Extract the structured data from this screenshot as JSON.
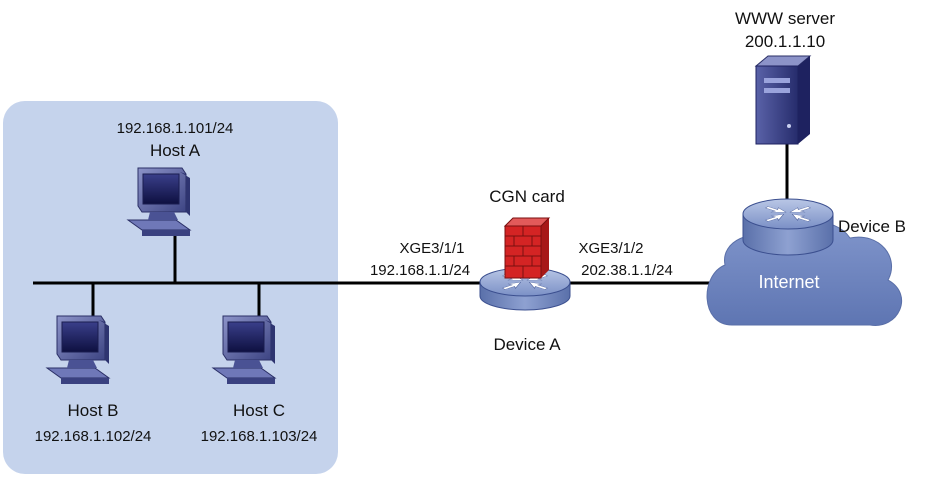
{
  "lan": {
    "fill": "#c5d3ec"
  },
  "hosts": [
    {
      "key": "a",
      "name": "Host A",
      "ip": "192.168.1.101/24"
    },
    {
      "key": "b",
      "name": "Host B",
      "ip": "192.168.1.102/24"
    },
    {
      "key": "c",
      "name": "Host C",
      "ip": "192.168.1.103/24"
    }
  ],
  "device_a": {
    "name": "Device A",
    "card": "CGN card",
    "if_in": "XGE3/1/1",
    "ip_in": "192.168.1.1/24",
    "if_out": "XGE3/1/2",
    "ip_out": "202.38.1.1/24"
  },
  "device_b": {
    "name": "Device B"
  },
  "internet": {
    "label": "Internet",
    "color": "#6f86bf"
  },
  "server": {
    "name": "WWW server",
    "ip": "200.1.1.10"
  },
  "colors": {
    "line": "#000000",
    "device_blue": "#7f95c9",
    "firewall_red": "#c81e1e"
  }
}
